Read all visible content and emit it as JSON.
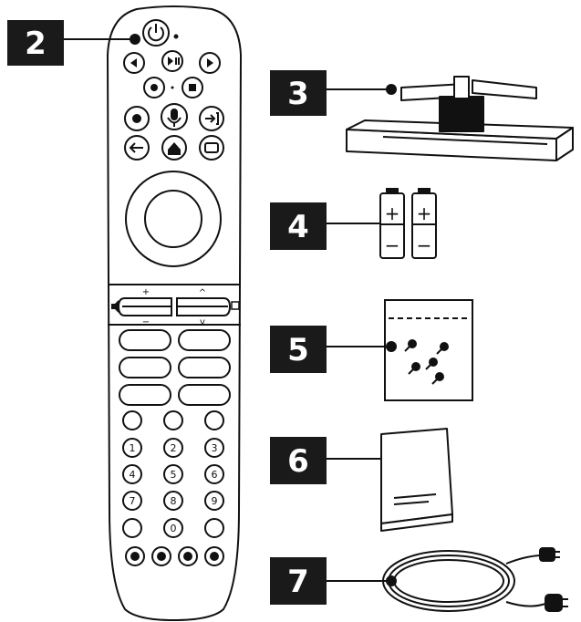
{
  "callouts": [
    {
      "id": "2",
      "text": "2"
    },
    {
      "id": "3",
      "text": "3"
    },
    {
      "id": "4",
      "text": "4"
    },
    {
      "id": "5",
      "text": "5"
    },
    {
      "id": "6",
      "text": "6"
    },
    {
      "id": "7",
      "text": "7"
    }
  ],
  "remote": {
    "digits": [
      "1",
      "2",
      "3",
      "4",
      "5",
      "6",
      "7",
      "8",
      "9",
      "0"
    ],
    "volume_plus": "+",
    "volume_minus": "−",
    "channel_up": "^",
    "channel_down": "v"
  },
  "battery": {
    "plus": "+",
    "minus": "−"
  },
  "colors": {
    "ink": "#111111",
    "label_bg": "#1a1a1a",
    "label_text": "#ffffff",
    "paper": "#ffffff"
  }
}
